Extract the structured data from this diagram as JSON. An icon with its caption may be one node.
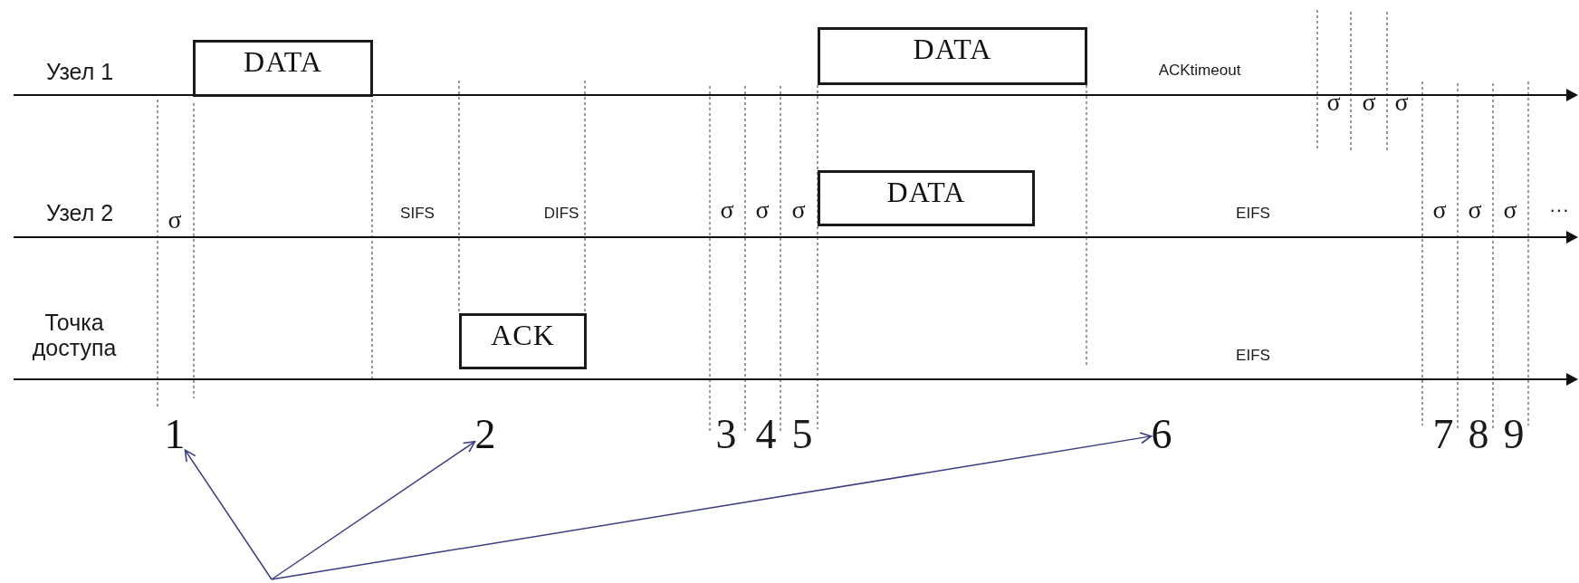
{
  "diagram": {
    "nodes": [
      {
        "text": [
          "DATA"
        ]
      },
      {
        "text": [
          "DATA"
        ]
      },
      {
        "text": [
          "DATA"
        ]
      },
      {
        "text": [
          "ACK"
        ]
      },
      {
        "text": [
          "1"
        ]
      },
      {
        "text": [
          "2"
        ]
      },
      {
        "text": [
          "6"
        ]
      }
    ],
    "edges": [
      {
        "from": null,
        "to": 4,
        "arrow": "to"
      },
      {
        "from": null,
        "to": 5,
        "arrow": "to"
      },
      {
        "from": null,
        "to": 6,
        "arrow": "to"
      }
    ],
    "labels": [
      "Узел 1",
      "ACKtimeout",
      "σ",
      "σ",
      "σ",
      "Узел 2",
      "σ",
      "SIFS",
      "DIFS",
      "σ",
      "σ",
      "σ",
      "EIFS",
      "σ",
      "σ",
      "σ",
      "···",
      "Точка доступа",
      "EIFS",
      "3",
      "4",
      "5",
      "7",
      "8",
      "9"
    ]
  }
}
